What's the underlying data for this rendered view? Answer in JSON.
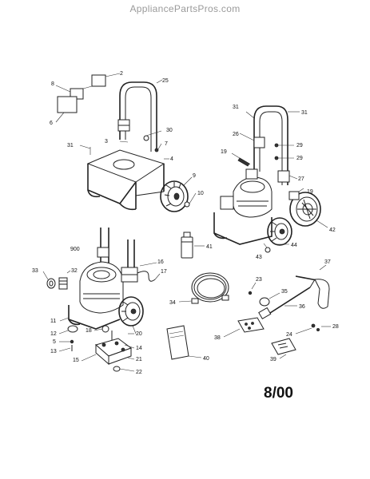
{
  "watermark": "AppliancePartsPros.com",
  "date_code": "8/00",
  "callouts": [
    {
      "id": "c2",
      "text": "2"
    },
    {
      "id": "c8",
      "text": "8"
    },
    {
      "id": "c6",
      "text": "6"
    },
    {
      "id": "c25",
      "text": "25"
    },
    {
      "id": "c3",
      "text": "3"
    },
    {
      "id": "c30",
      "text": "30"
    },
    {
      "id": "c7",
      "text": "7"
    },
    {
      "id": "c31a",
      "text": "31"
    },
    {
      "id": "c4",
      "text": "4"
    },
    {
      "id": "c9",
      "text": "9"
    },
    {
      "id": "c10",
      "text": "10"
    },
    {
      "id": "c31b",
      "text": "31"
    },
    {
      "id": "c31c",
      "text": "31"
    },
    {
      "id": "c26",
      "text": "26"
    },
    {
      "id": "c29a",
      "text": "29"
    },
    {
      "id": "c29b",
      "text": "29"
    },
    {
      "id": "c19a",
      "text": "19"
    },
    {
      "id": "c27",
      "text": "27"
    },
    {
      "id": "c19b",
      "text": "19"
    },
    {
      "id": "c42",
      "text": "42"
    },
    {
      "id": "c44",
      "text": "44"
    },
    {
      "id": "c43",
      "text": "43"
    },
    {
      "id": "c41",
      "text": "41"
    },
    {
      "id": "c900",
      "text": "900"
    },
    {
      "id": "c16",
      "text": "16"
    },
    {
      "id": "c17",
      "text": "17"
    },
    {
      "id": "c33",
      "text": "33"
    },
    {
      "id": "c32",
      "text": "32"
    },
    {
      "id": "c11",
      "text": "11"
    },
    {
      "id": "c12",
      "text": "12"
    },
    {
      "id": "c5",
      "text": "5"
    },
    {
      "id": "c13",
      "text": "13"
    },
    {
      "id": "c18",
      "text": "18"
    },
    {
      "id": "c20",
      "text": "20"
    },
    {
      "id": "c14",
      "text": "14"
    },
    {
      "id": "c15",
      "text": "15"
    },
    {
      "id": "c21",
      "text": "21"
    },
    {
      "id": "c22",
      "text": "22"
    },
    {
      "id": "c34",
      "text": "34"
    },
    {
      "id": "c23",
      "text": "23"
    },
    {
      "id": "c35",
      "text": "35"
    },
    {
      "id": "c37",
      "text": "37"
    },
    {
      "id": "c36",
      "text": "36"
    },
    {
      "id": "c38",
      "text": "38"
    },
    {
      "id": "c24",
      "text": "24"
    },
    {
      "id": "c28",
      "text": "28"
    },
    {
      "id": "c40",
      "text": "40"
    },
    {
      "id": "c39",
      "text": "39"
    }
  ]
}
